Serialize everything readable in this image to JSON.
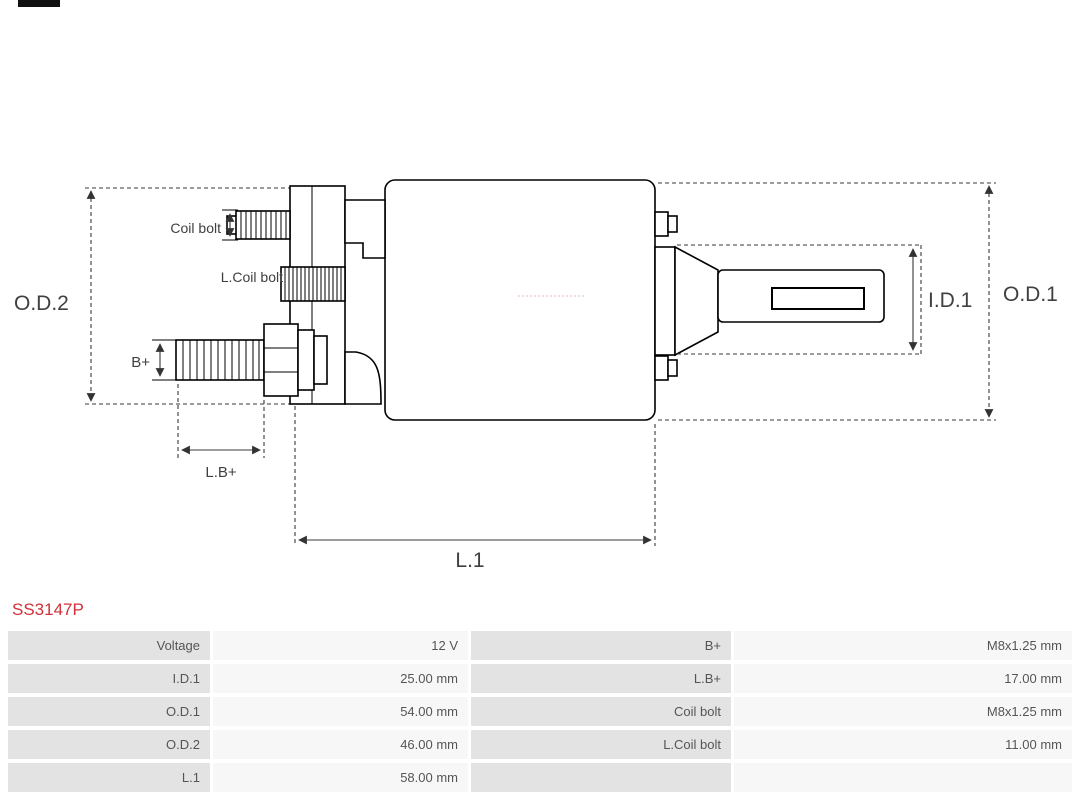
{
  "page": {
    "background": "#ffffff"
  },
  "part_number": "SS3147P",
  "diagram": {
    "labels": {
      "od2": "O.D.2",
      "od1": "O.D.1",
      "id1": "I.D.1",
      "l1": "L.1",
      "coil_bolt": "Coil bolt",
      "l_coil_bolt": "L.Coil bolt",
      "b_plus": "B+",
      "l_b_plus": "L.B+"
    }
  },
  "spec_table": {
    "rows": [
      [
        "Voltage",
        "12 V",
        "B+",
        "M8x1.25 mm"
      ],
      [
        "I.D.1",
        "25.00 mm",
        "L.B+",
        "17.00 mm"
      ],
      [
        "O.D.1",
        "54.00 mm",
        "Coil bolt",
        "M8x1.25 mm"
      ],
      [
        "O.D.2",
        "46.00 mm",
        "L.Coil bolt",
        "11.00 mm"
      ],
      [
        "L.1",
        "58.00 mm",
        "",
        ""
      ]
    ]
  },
  "colors": {
    "part_number_red": "#d03038",
    "table_label_bg": "#e3e3e3",
    "table_value_bg": "#f7f7f7",
    "table_text": "#555555",
    "drawing_line": "#000000",
    "dimension_text": "#404040"
  }
}
